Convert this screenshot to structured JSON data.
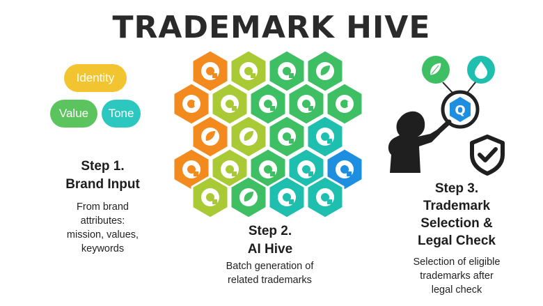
{
  "title": "TRADEMARK HIVE",
  "step1": {
    "pills": [
      {
        "label": "Identity",
        "color": "#f2c530"
      },
      {
        "label": "Value",
        "color": "#5cc45e"
      },
      {
        "label": "Tone",
        "color": "#2cc7bf"
      }
    ],
    "heading": "Step 1.\nBrand Input",
    "description": "From brand\nattributes:\nmission, values,\nkeywords"
  },
  "step2": {
    "heading": "Step 2.\nAI Hive",
    "description": "Batch generation of\nrelated trademarks"
  },
  "step3": {
    "heading": "Step 3.\nTrademark\nSelection &\nLegal Check",
    "description": "Selection of eligible\ntrademarks after\nlegal check"
  },
  "colors": {
    "orange": "#f28a1e",
    "yellow_green": "#a9c935",
    "green": "#3fbf63",
    "teal": "#1fbfb0",
    "blue": "#1e8fe0",
    "dark": "#1f1f1f"
  },
  "icons": [
    "q-logo-icon",
    "leaf-icon",
    "c-logo-icon",
    "drop-icon",
    "magnifier-icon",
    "shield-check-icon",
    "person-silhouette-icon"
  ]
}
